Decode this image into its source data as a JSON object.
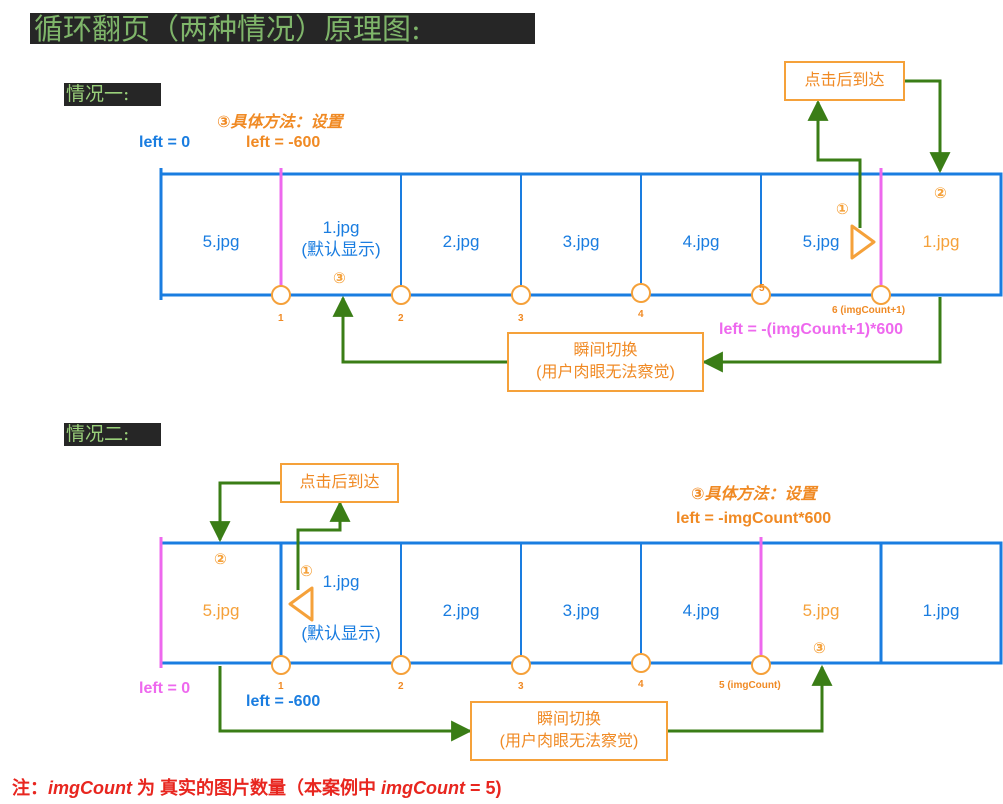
{
  "title": "循环翻页（两种情况）原理图:",
  "section1": {
    "heading": "情况一:",
    "method_title": "③具体方法：设置",
    "method_value": "left = -600",
    "left_zero": "left = 0",
    "arrive_box": "点击后到达",
    "switch_box_line1": "瞬间切换",
    "switch_box_line2": "(用户肉眼无法察觉)",
    "left_formula": "left = -(imgCount+1)*600",
    "cells": [
      "5.jpg",
      "1.jpg",
      "2.jpg",
      "3.jpg",
      "4.jpg",
      "5.jpg",
      "1.jpg"
    ],
    "default_shown": "(默认显示)",
    "marker1": "①",
    "marker2": "②",
    "marker3": "③",
    "dot_labels": [
      "1",
      "2",
      "3",
      "4",
      "5",
      "6  (imgCount+1)"
    ]
  },
  "section2": {
    "heading": "情况二:",
    "method_title": "③具体方法：设置",
    "method_value": "left = -imgCount*600",
    "left_zero": "left = 0",
    "left_600": "left = -600",
    "arrive_box": "点击后到达",
    "switch_box_line1": "瞬间切换",
    "switch_box_line2": "(用户肉眼无法察觉)",
    "cells": [
      "5.jpg",
      "1.jpg",
      "2.jpg",
      "3.jpg",
      "4.jpg",
      "5.jpg",
      "1.jpg"
    ],
    "default_shown": "(默认显示)",
    "marker1": "①",
    "marker2": "②",
    "marker3": "③",
    "dot_labels": [
      "1",
      "2",
      "3",
      "4",
      "5  (imgCount)"
    ]
  },
  "note": {
    "prefix": "注：",
    "term1": "imgCount",
    "middle": " 为 真实的图片数量（本案例中 ",
    "term2": "imgCount",
    "suffix": " = 5)"
  },
  "colors": {
    "blue": "#1a7de0",
    "orange": "#f5a13a",
    "green": "#3a7d16",
    "magenta": "#ee68ee",
    "red": "#e8261f"
  }
}
